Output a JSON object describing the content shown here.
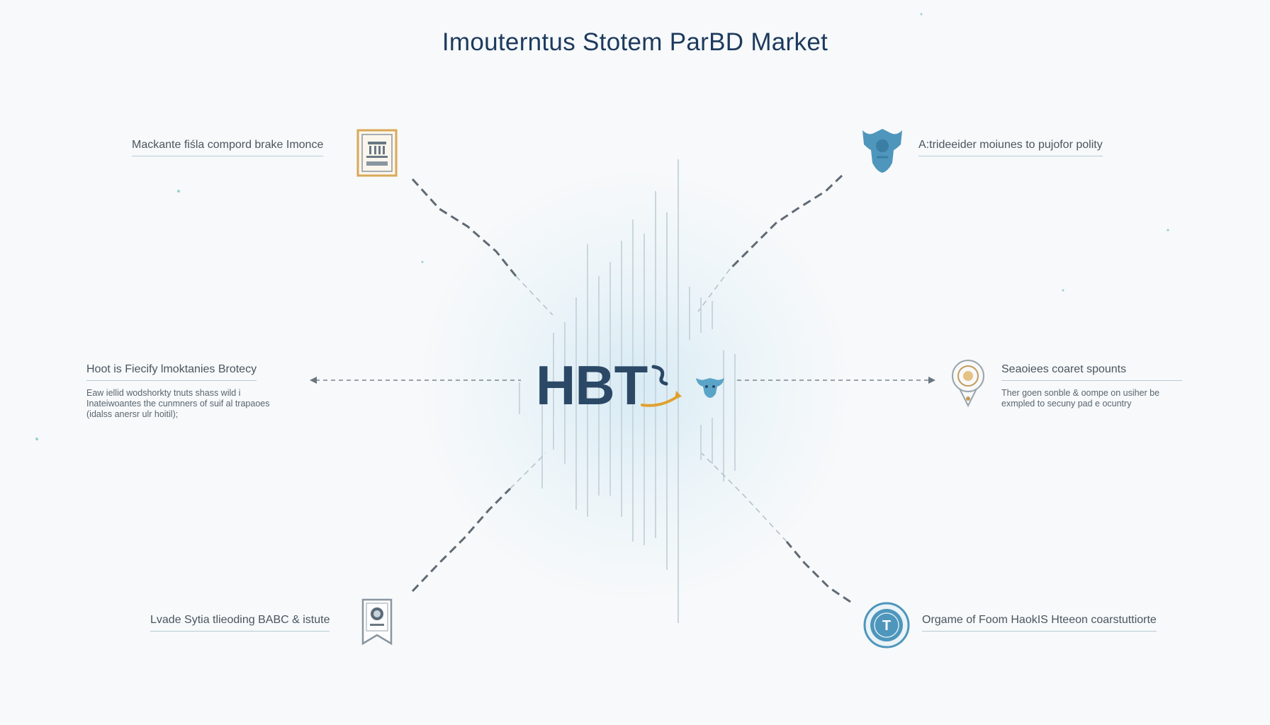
{
  "title": "Imouterntus Stotem ParBD Market",
  "center": {
    "logo_text": "HBT"
  },
  "nodes": {
    "top_left": {
      "label": "Mackante fiśla compord brake Imonce"
    },
    "top_right": {
      "label": "A:trideeider moiunes to pujofor polity"
    },
    "mid_left": {
      "label": "Hoot is Fiecify lmoktanies Brotecy",
      "desc": [
        "Eaw iellid wodshorkty tnuts shass wild i",
        "Inateiwoantes the cunmners of suif al trapaoes",
        "(idalss anersr ulr hoitil);"
      ]
    },
    "mid_right": {
      "label": "Seaoiees coaret spounts",
      "desc": [
        "Ther goen sonble & oompe on usiher be",
        "exmpled to secuny pad e ocuntry"
      ]
    },
    "bottom_left": {
      "label": "Lvade Sytia tlieoding BABC & istute"
    },
    "bottom_right": {
      "label": "Orgame of Foom HaokIS Hteeon coarstuttiorte"
    }
  },
  "icons": {
    "top_left": "building-certificate-icon",
    "top_right": "shield-bull-icon",
    "mid_right": "coin-pendant-icon",
    "bottom_left": "badge-ribbon-icon",
    "bottom_right": "token-coin-icon",
    "center": "arrow-swoosh-icon",
    "bull": "bull-head-icon"
  },
  "colors": {
    "title": "#1d3a5e",
    "logo": "#2b4866",
    "accent": "#e0a030",
    "icon_blue": "#4a90b4"
  }
}
